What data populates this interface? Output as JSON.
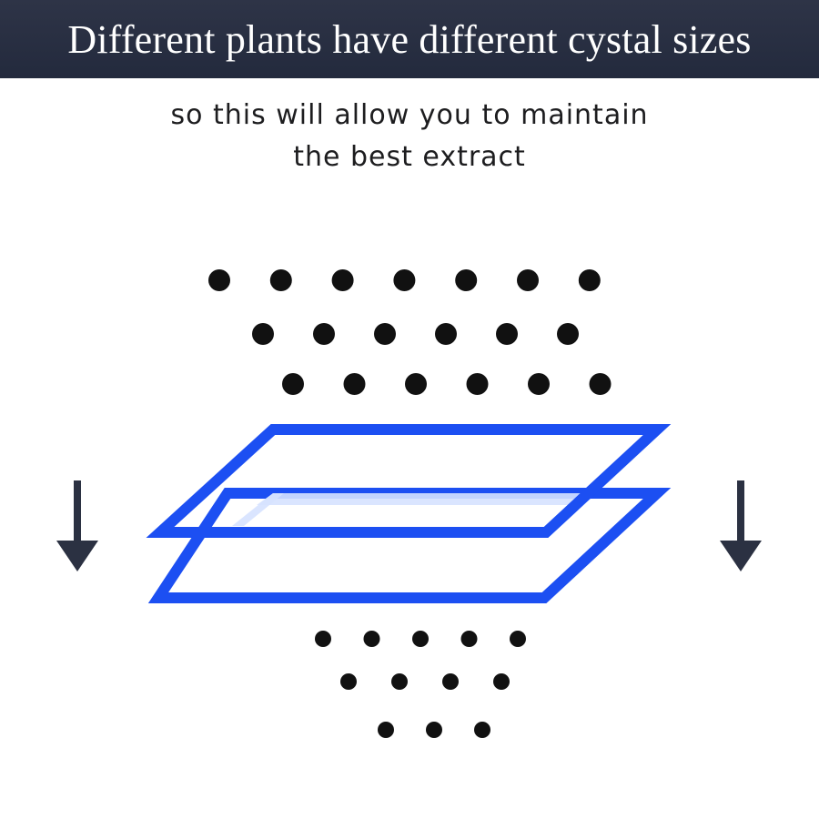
{
  "header": {
    "title": "Different plants have different cystal sizes"
  },
  "caption": {
    "line1": "so this will allow you to maintain",
    "line2": "the best extract"
  },
  "colors": {
    "banner": "#262c3f",
    "filter_stroke": "#1c4ff2",
    "filter_inner_shade": "#d6e2ff",
    "particle": "#111111",
    "arrow": "#2b3142"
  },
  "diagram": {
    "particles_above_rows": [
      7,
      6,
      6
    ],
    "filter_layers": 2,
    "particles_below_rows": [
      5,
      4,
      3
    ],
    "arrows": [
      "arrow-down-icon",
      "arrow-down-icon"
    ]
  }
}
